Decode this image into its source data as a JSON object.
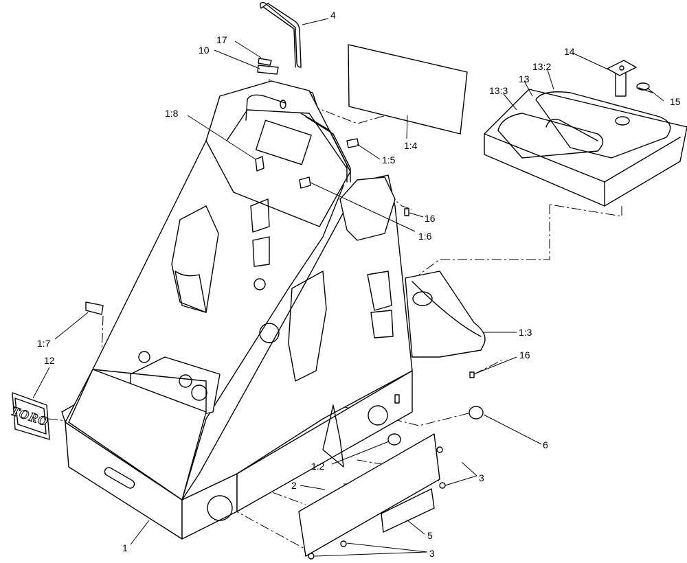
{
  "callouts": {
    "c1": "1",
    "c1_2": "1:2",
    "c1_3": "1:3",
    "c1_4": "1:4",
    "c1_5": "1:5",
    "c1_6": "1:6",
    "c1_7": "1:7",
    "c1_8": "1:8",
    "c2": "2",
    "c3a": "3",
    "c3b": "3",
    "c4": "4",
    "c5": "5",
    "c6": "6",
    "c10": "10",
    "c12": "12",
    "c13": "13",
    "c13_2": "13:2",
    "c13_3": "13:3",
    "c14": "14",
    "c15": "15",
    "c16a": "16",
    "c16b": "16",
    "c17": "17"
  },
  "logo": {
    "text": "TORO"
  }
}
